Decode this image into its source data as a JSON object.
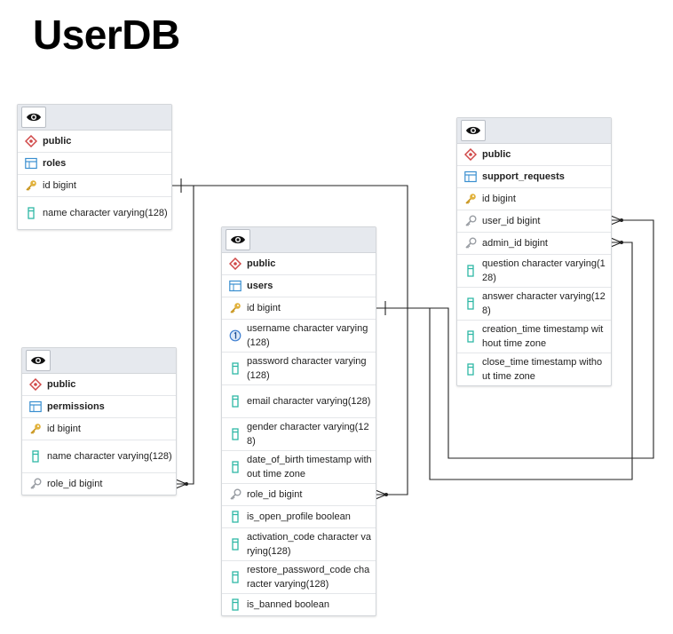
{
  "title": "UserDB",
  "tables": {
    "roles": {
      "schema": "public",
      "name": "roles",
      "columns": [
        {
          "text": "id bigint",
          "icon": "primary-key-icon"
        },
        {
          "text": "name character varying(128)",
          "icon": "column-icon"
        }
      ]
    },
    "permissions": {
      "schema": "public",
      "name": "permissions",
      "columns": [
        {
          "text": "id bigint",
          "icon": "primary-key-icon"
        },
        {
          "text": "name character varying(128)",
          "icon": "column-icon"
        },
        {
          "text": "role_id bigint",
          "icon": "foreign-key-icon"
        }
      ]
    },
    "users": {
      "schema": "public",
      "name": "users",
      "columns": [
        {
          "text": "id bigint",
          "icon": "primary-key-icon"
        },
        {
          "text": "username character varying(128)",
          "icon": "unique-icon"
        },
        {
          "text": "password character varying(128)",
          "icon": "column-icon"
        },
        {
          "text": "email character varying(128)",
          "icon": "column-icon"
        },
        {
          "text": "gender character varying(128)",
          "icon": "column-icon"
        },
        {
          "text": "date_of_birth timestamp without time zone",
          "icon": "column-icon"
        },
        {
          "text": "role_id bigint",
          "icon": "foreign-key-icon"
        },
        {
          "text": "is_open_profile boolean",
          "icon": "column-icon"
        },
        {
          "text": "activation_code character varying(128)",
          "icon": "column-icon"
        },
        {
          "text": "restore_password_code character varying(128)",
          "icon": "column-icon"
        },
        {
          "text": "is_banned boolean",
          "icon": "column-icon"
        }
      ]
    },
    "support_requests": {
      "schema": "public",
      "name": "support_requests",
      "columns": [
        {
          "text": "id bigint",
          "icon": "primary-key-icon"
        },
        {
          "text": "user_id bigint",
          "icon": "foreign-key-icon"
        },
        {
          "text": "admin_id bigint",
          "icon": "foreign-key-icon"
        },
        {
          "text": "question character varying(128)",
          "icon": "column-icon"
        },
        {
          "text": "answer character varying(128)",
          "icon": "column-icon"
        },
        {
          "text": "creation_time timestamp without time zone",
          "icon": "column-icon"
        },
        {
          "text": "close_time timestamp without time zone",
          "icon": "column-icon"
        }
      ]
    }
  },
  "colors": {
    "header_bg": "#e6e9ee",
    "schema_icon": "#d04848",
    "table_icon": "#3a8fd0",
    "key_icon": "#e2b23c",
    "column_icon": "#2fb8a6",
    "unique_icon": "#3a7cd0",
    "fk_icon": "#9a9ea4",
    "link_line": "#222222"
  }
}
